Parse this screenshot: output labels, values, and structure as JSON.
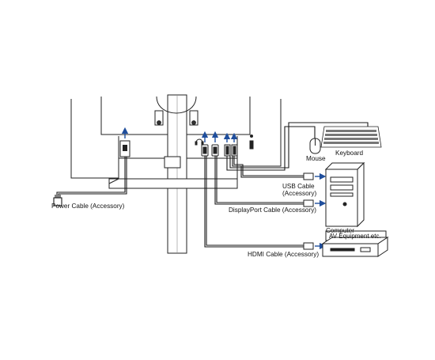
{
  "labels": {
    "power_cable": "Power Cable (Accessory)",
    "mouse": "Mouse",
    "keyboard": "Keyboard",
    "usb_cable_line1": "USB Cable",
    "usb_cable_line2": "(Accessory)",
    "displayport_cable": "DisplayPort Cable (Accessory)",
    "computer": "Computer",
    "av_equipment": "AV Equipment etc.",
    "hdmi_cable": "HDMI Cable (Accessory)"
  },
  "colors": {
    "line": "#1a1a1a",
    "arrow": "#1f4e9c",
    "outline": "#222222"
  },
  "icons": {
    "headphone_port": "headphone-icon",
    "usb_ports": "usb-icon",
    "displayport": "displayport-icon",
    "hdmi": "hdmi-icon",
    "power": "power-icon"
  }
}
